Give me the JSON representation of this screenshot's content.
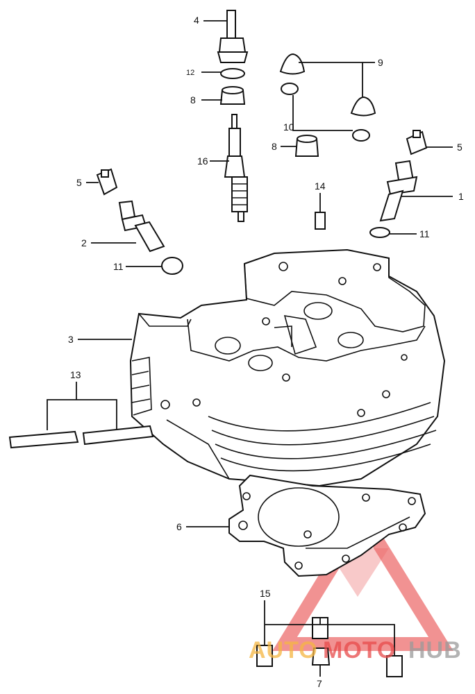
{
  "callouts": {
    "c1": "1",
    "c2": "2",
    "c3": "3",
    "c4": "4",
    "c5a": "5",
    "c5b": "5",
    "c6": "6",
    "c7": "7",
    "c8a": "8",
    "c8b": "8",
    "c9": "9",
    "c10": "10",
    "c11a": "11",
    "c11b": "11",
    "c12": "12",
    "c13": "13",
    "c14": "14",
    "c15": "15",
    "c16": "16"
  },
  "watermark": {
    "part1": "AUTO",
    "part2": "MOTO",
    "part3": "HUB"
  },
  "colors": {
    "line": "#111111",
    "watermark_red": "#e84a4a",
    "watermark_orange": "#f5b642",
    "watermark_gray": "#9a9a9a"
  }
}
